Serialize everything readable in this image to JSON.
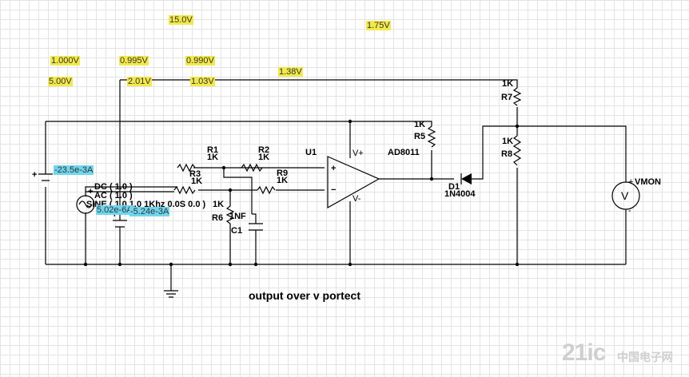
{
  "title": "output over v portect",
  "voltage_probes": [
    "15.0V",
    "1.75V",
    "1.000V",
    "0.995V",
    "0.990V",
    "5.00V",
    "2.01V",
    "1.03V",
    "1.38V"
  ],
  "current_probes": [
    "-23.5e-3A",
    "5.02e-6A",
    "-5.24e-3A"
  ],
  "components": {
    "r1": {
      "ref": "R1",
      "value": "1K"
    },
    "r2": {
      "ref": "R2",
      "value": "1K"
    },
    "r3": {
      "ref": "R3",
      "value": "1K"
    },
    "r5": {
      "ref": "R5",
      "value": "1K"
    },
    "r6": {
      "ref": "R6",
      "value": "1K"
    },
    "r7": {
      "ref": "R7",
      "value": "1K"
    },
    "r8": {
      "ref": "R8",
      "value": "1K"
    },
    "r9": {
      "ref": "R9",
      "value": "1K"
    },
    "c1": {
      "ref": "C1",
      "value": "1NF"
    },
    "u1": {
      "ref": "U1",
      "part": "AD8011",
      "vplus": "V+",
      "vminus": "V-",
      "in_plus": "+",
      "in_minus": "−"
    },
    "d1": {
      "ref": "D1",
      "part": "1N4004"
    },
    "vmon": {
      "ref": "VMON",
      "plus": "+",
      "minus": "-",
      "symbol": "V"
    },
    "source": {
      "dc": "DC ( 1.0 )",
      "ac": "AC ( 1.0 )",
      "sine": "SINE ( 1.0 1.0 1Khz 0.0S 0.0 )",
      "plus": "+"
    },
    "battery_left": {
      "plus": "+"
    },
    "battery_mid": {
      "plus": "+"
    }
  },
  "watermark": {
    "logo": "21ic",
    "text": "中国电子网"
  }
}
